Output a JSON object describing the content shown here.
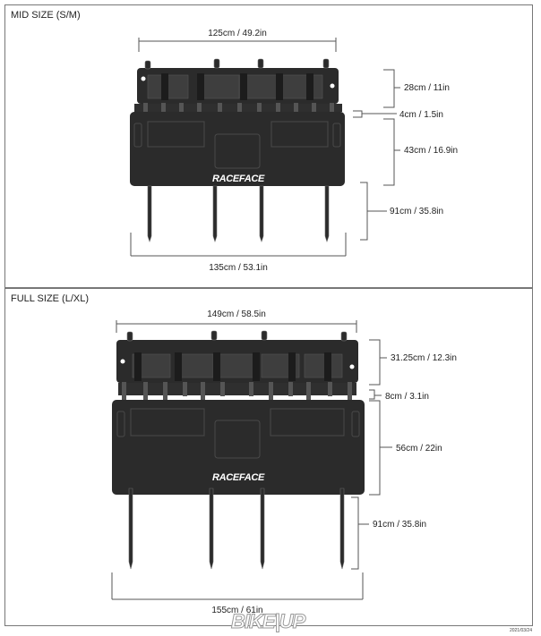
{
  "mid": {
    "title": "MID SIZE (S/M)",
    "width_top": "125cm /  49.2in",
    "width_bottom": "135cm / 53.1in",
    "h_top": "28cm / 11in",
    "h_gap": "4cm / 1.5in",
    "h_pad": "43cm / 16.9in",
    "h_stand": "91cm / 35.8in",
    "brand": "RACEFACE"
  },
  "full": {
    "title": "FULL SIZE (L/XL)",
    "width_top": "149cm / 58.5in",
    "width_bottom": "155cm / 61in",
    "h_top": "31.25cm / 12.3in",
    "h_gap": "8cm / 3.1in",
    "h_pad": "56cm / 22in",
    "h_stand": "91cm / 35.8in",
    "brand": "RACEFACE"
  },
  "footer": {
    "watermark": "BIKE|UP",
    "date": "2021/03/24"
  },
  "colors": {
    "pad": "#2b2b2b",
    "pad_detail": "#444444",
    "line": "#555555"
  }
}
